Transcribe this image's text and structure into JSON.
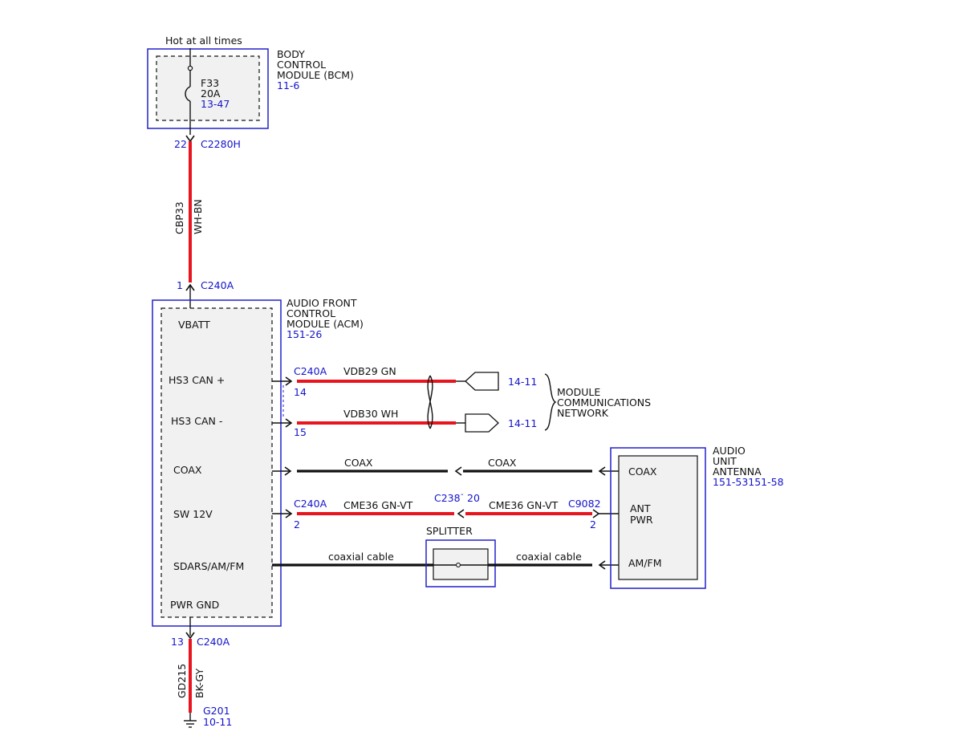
{
  "diagram": {
    "top_label": "Hot at all times",
    "bcm": {
      "name_lines": [
        "BODY",
        "CONTROL",
        "MODULE (BCM)"
      ],
      "ref": "11-6",
      "fuse_name": "F33",
      "fuse_rating": "20A",
      "fuse_ref": "13-47",
      "pin": "22",
      "connector": "C2280H"
    },
    "feed_wire": {
      "circuit": "CBP33",
      "color": "WH-BN"
    },
    "acm": {
      "name_lines": [
        "AUDIO FRONT",
        "CONTROL",
        "MODULE (ACM)"
      ],
      "ref": "151-26",
      "top_pin": "1",
      "top_connector": "C240A",
      "pins": [
        "VBATT",
        "HS3 CAN +",
        "HS3 CAN -",
        "COAX",
        "SW 12V",
        "SDARS/AM/FM",
        "PWR GND"
      ],
      "ground_pin": "13",
      "ground_connector": "C240A"
    },
    "can": {
      "connector": "C240A",
      "pin_plus": "14",
      "pin_minus": "15",
      "wire_plus": "VDB29  GN",
      "wire_minus": "VDB30  WH",
      "ref_plus": "14-11",
      "ref_minus": "14-11",
      "network_lines": [
        "MODULE",
        "COMMUNICATIONS",
        "NETWORK"
      ]
    },
    "coax": {
      "left": "COAX",
      "right": "COAX"
    },
    "sw12v": {
      "left_connector": "C240A",
      "left_pin": "2",
      "left_wire": "CME36   GN-VT",
      "inline_connector": "C238",
      "inline_pin": "20",
      "right_wire": "CME36   GN-VT",
      "right_connector": "C9082",
      "right_pin": "2"
    },
    "splitter": {
      "label": "SPLITTER",
      "left_cable": "coaxial cable",
      "right_cable": "coaxial cable"
    },
    "antenna": {
      "name_lines": [
        "AUDIO",
        "UNIT",
        "ANTENNA"
      ],
      "ref": "151-53151-58",
      "pin_coax": "COAX",
      "pin_ant_pwr_lines": [
        "ANT",
        "PWR"
      ],
      "pin_amfm": "AM/FM"
    },
    "ground_wire": {
      "circuit": "GD215",
      "color": "BK-GY",
      "ground": "G201",
      "ground_ref": "10-11"
    }
  }
}
